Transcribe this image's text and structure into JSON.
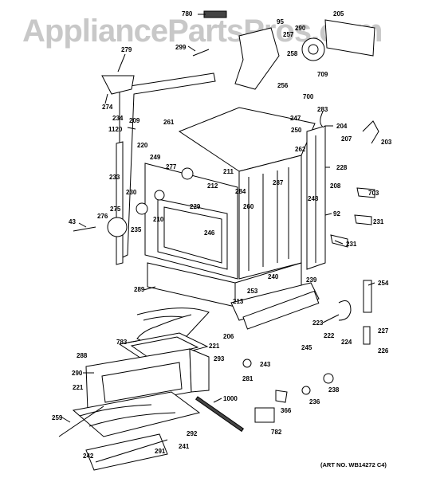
{
  "watermark": "AppliancePartsPros.com",
  "art_note": "(ART NO. WB14272 C4)",
  "labels": [
    "780",
    "95",
    "257",
    "290",
    "205",
    "299",
    "279",
    "258",
    "709",
    "274",
    "256",
    "700",
    "234",
    "209",
    "283",
    "1120",
    "261",
    "247",
    "204",
    "250",
    "262",
    "207",
    "203",
    "220",
    "249",
    "211",
    "228",
    "277",
    "233",
    "284",
    "287",
    "208",
    "212",
    "230",
    "703",
    "260",
    "248",
    "229",
    "43",
    "276",
    "275",
    "92",
    "231",
    "210",
    "235",
    "246",
    "231b",
    "240",
    "239",
    "289",
    "253",
    "254",
    "213",
    "223",
    "227",
    "222",
    "224",
    "783",
    "221",
    "206",
    "245",
    "226",
    "288",
    "293",
    "243",
    "290b",
    "281",
    "238",
    "1000",
    "221b",
    "366",
    "236",
    "259",
    "292",
    "782",
    "291",
    "241",
    "242"
  ],
  "label_text": {
    "780": "780",
    "95": "95",
    "257": "257",
    "290": "290",
    "205": "205",
    "299": "299",
    "279": "279",
    "258": "258",
    "709": "709",
    "274": "274",
    "256": "256",
    "700": "700",
    "234": "234",
    "209": "209",
    "283": "283",
    "1120": "1120",
    "261": "261",
    "247": "247",
    "204": "204",
    "250": "250",
    "262": "262",
    "207": "207",
    "203": "203",
    "220": "220",
    "249": "249",
    "211": "211",
    "228": "228",
    "277": "277",
    "233": "233",
    "284": "284",
    "287": "287",
    "208": "208",
    "212": "212",
    "230": "230",
    "703": "703",
    "260": "260",
    "248": "248",
    "229": "229",
    "43": "43",
    "276": "276",
    "275": "275",
    "92": "92",
    "231": "231",
    "210": "210",
    "235": "235",
    "246": "246",
    "231b": "231",
    "240": "240",
    "239": "239",
    "289": "289",
    "253": "253",
    "254": "254",
    "213": "213",
    "223": "223",
    "227": "227",
    "222": "222",
    "224": "224",
    "783": "783",
    "221": "221",
    "206": "206",
    "245": "245",
    "226": "226",
    "288": "288",
    "293": "293",
    "243": "243",
    "290b": "290",
    "281": "281",
    "238": "238",
    "1000": "1000",
    "221b": "221",
    "366": "366",
    "236": "236",
    "259": "259",
    "292": "292",
    "782": "782",
    "291": "291",
    "241": "241",
    "242": "242"
  }
}
